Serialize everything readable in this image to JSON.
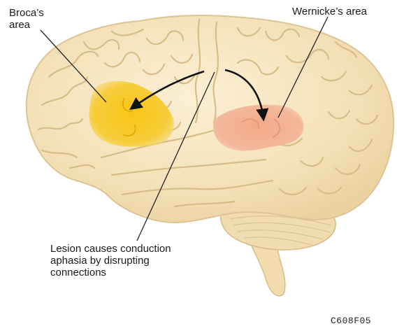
{
  "labels": {
    "broca": [
      "Broca’s",
      "area"
    ],
    "wernicke": "Wernicke’s area",
    "lesion": [
      "Lesion causes conduction",
      "aphasia by disrupting",
      "connections"
    ]
  },
  "figure_code": "C608F05",
  "colors": {
    "brain_fill": "#f6e4bd",
    "brain_outline": "#dcc494",
    "sulcus": "#d9bd88",
    "broca_area": "#f7c21a",
    "wernicke_area": "#f2ad8c",
    "arrow": "#111111",
    "leader_line": "#222222"
  }
}
